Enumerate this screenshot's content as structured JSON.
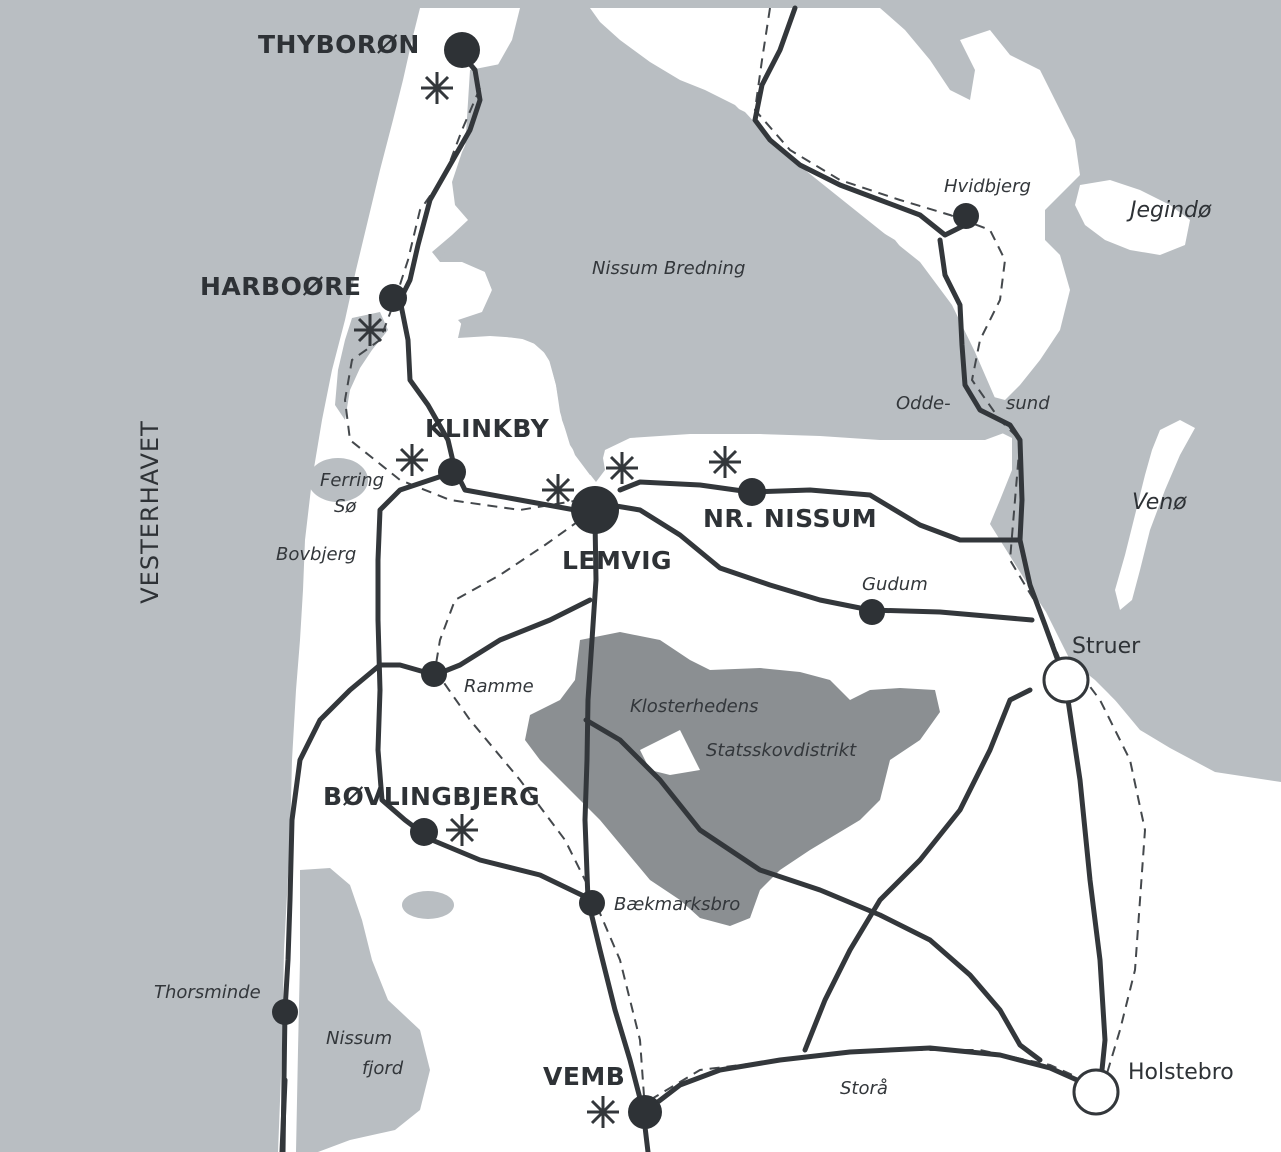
{
  "map": {
    "sea_label": "VESTERHAVET",
    "water_labels": {
      "nissum_bredning": "Nissum Bredning",
      "ferring_so_1": "Ferring",
      "ferring_so_2": "Sø",
      "nissum_fjord_1": "Nissum",
      "nissum_fjord_2": "fjord",
      "stora": "Storå",
      "odde": "Odde-",
      "sund": "sund"
    },
    "islands": {
      "jegindo": "Jegindø",
      "veno": "Venø"
    },
    "forest": {
      "line1": "Klosterhedens",
      "line2": "Statsskovdistrikt"
    },
    "major_towns": {
      "thyboron": "THYBORØN",
      "harboore": "HARBOØRE",
      "klinkby": "KLINKBY",
      "lemvig": "LEMVIG",
      "nr_nissum": "NR. NISSUM",
      "bovlingbjerg": "BØVLINGBJERG",
      "vemb": "VEMB"
    },
    "minor_towns": {
      "hvidbjerg": "Hvidbjerg",
      "bovbjerg": "Bovbjerg",
      "gudum": "Gudum",
      "ramme": "Ramme",
      "baekmarksbro": "Bækmarksbro",
      "thorsminde": "Thorsminde"
    },
    "cities": {
      "struer": "Struer",
      "holstebro": "Holstebro"
    },
    "colors": {
      "water": "#b9bec2",
      "land": "#ffffff",
      "forest": "#8b8f92",
      "road": "#33373b",
      "rail": "#44484c"
    }
  }
}
